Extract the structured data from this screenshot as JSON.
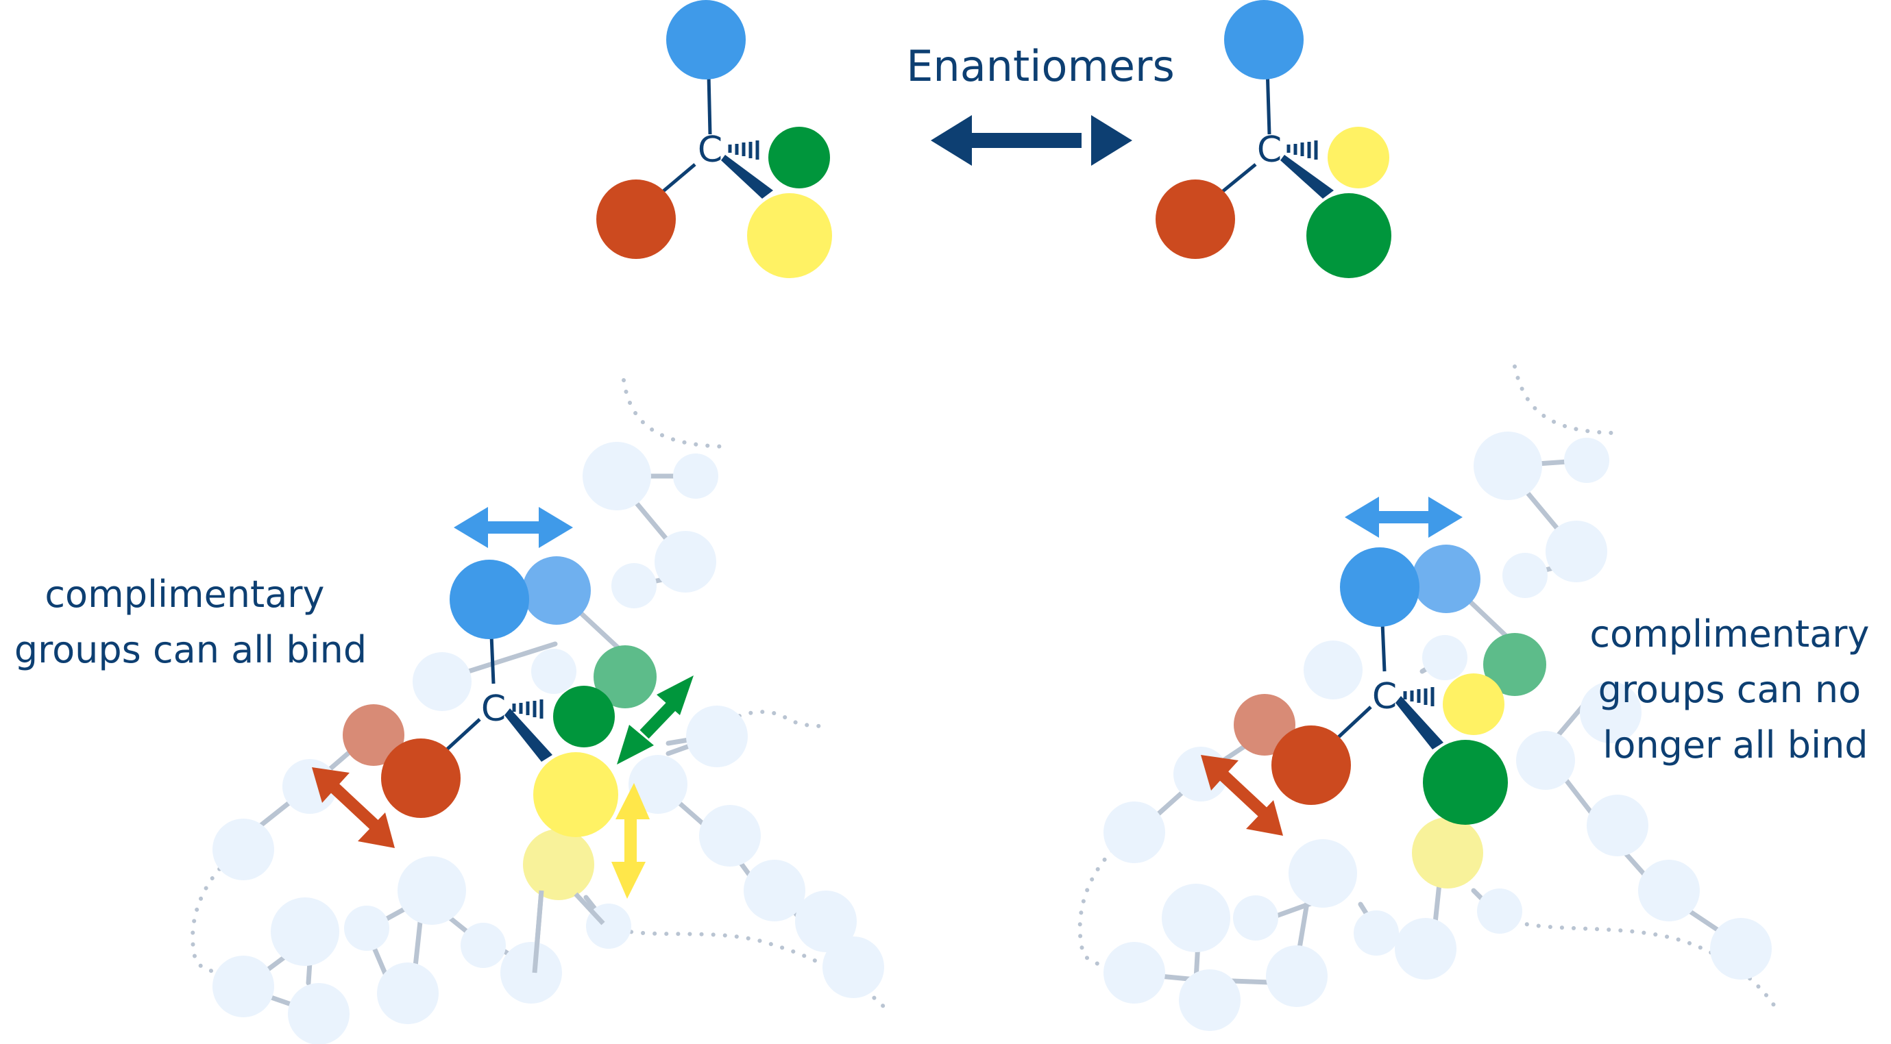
{
  "title": "Enantiomers",
  "atom_label": "C",
  "left_caption": [
    "complimentary",
    "groups can all bind"
  ],
  "right_caption": [
    "complimentary",
    "groups can no",
    "longer all bind"
  ],
  "colors": {
    "text": "#0d3f72",
    "blue": "#3f9ae9",
    "blue_site": "#6fb0ef",
    "green": "#00963c",
    "green_site": "#5dbc8a",
    "yellow": "#fff264",
    "yellow_site": "#f8f29a",
    "red": "#cc4a1f",
    "red_site": "#d88b76",
    "protein": "#eaf3fd",
    "protein_bond": "#b9c4d2",
    "arrow_yellow": "#ffe74a"
  }
}
